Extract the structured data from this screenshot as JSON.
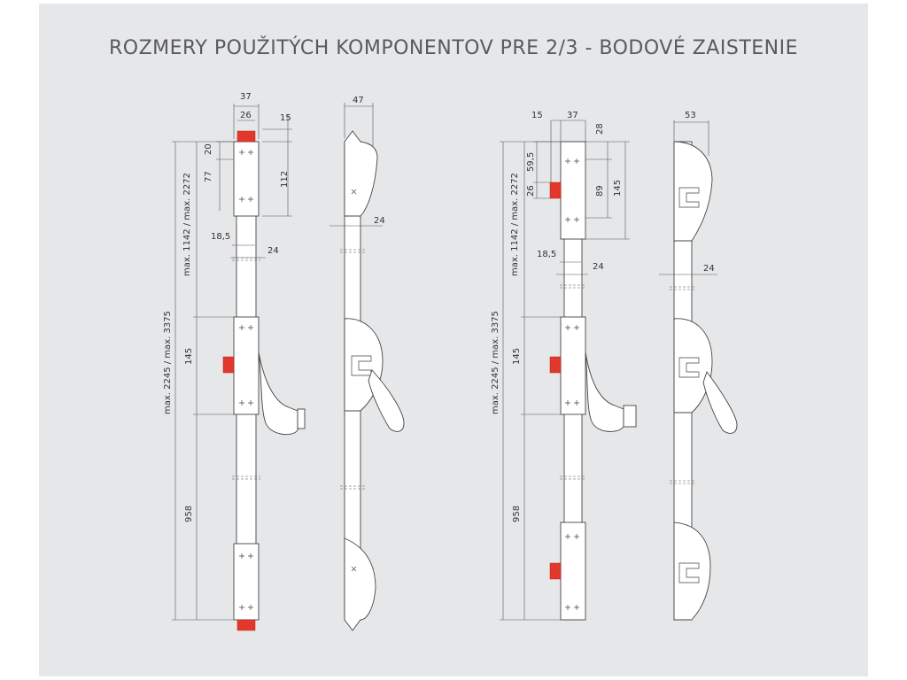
{
  "title": "ROZMERY POUŽITÝCH KOMPONENTOV PRE 2/3 - BODOVÉ ZAISTENIE",
  "colors": {
    "panel": "#e6e7e9",
    "accent": "#e2382c",
    "line": "#444444",
    "title": "#5a5a5a"
  },
  "left_front": {
    "w37": "37",
    "w26": "26",
    "h15": "15",
    "h20": "20",
    "h77": "77",
    "h112": "112",
    "d185": "18,5",
    "d24": "24",
    "h145": "145",
    "h958": "958",
    "total": "max. 2245 / max. 3375",
    "upper": "max. 1142 / max. 2272"
  },
  "left_side": {
    "w47": "47",
    "d24": "24"
  },
  "right_front": {
    "w15": "15",
    "w37": "37",
    "h28": "28",
    "h595": "59,5",
    "h26": "26",
    "h89": "89",
    "h145top": "145",
    "d185": "18,5",
    "d24": "24",
    "h145": "145",
    "h958": "958",
    "total": "max. 2245 / max. 3375",
    "upper": "max. 1142 / max. 2272"
  },
  "right_side": {
    "w53": "53",
    "d24": "24"
  }
}
